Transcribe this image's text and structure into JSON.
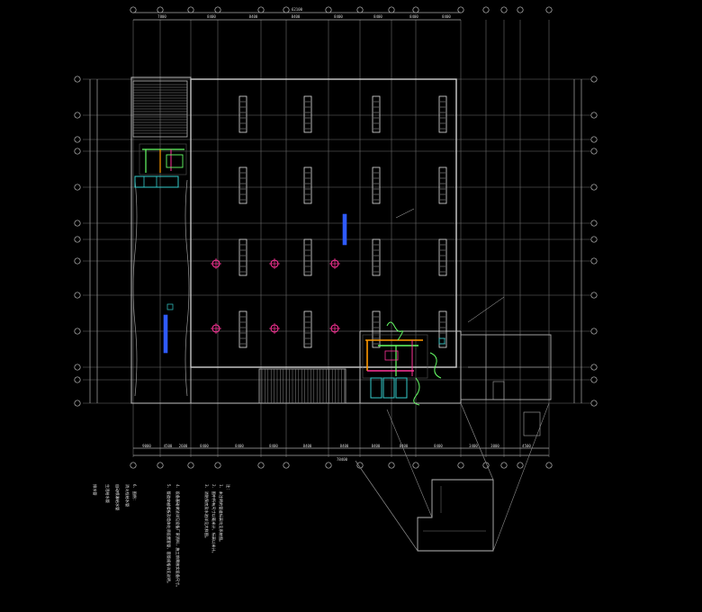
{
  "drawing": {
    "background": "#000000",
    "line_color": "#c8c8c8",
    "accent_green": "#66ff66",
    "accent_magenta": "#ff3399",
    "accent_blue": "#2f5bff",
    "accent_orange": "#ff9900",
    "accent_cyan": "#33cccc"
  },
  "dimensions": {
    "top": [
      "7800",
      "8400",
      "8400",
      "8400",
      "8400",
      "8400",
      "8400",
      "8400"
    ],
    "top_total": "62100",
    "bottom": [
      "9000",
      "4500",
      "2600",
      "8400",
      "8400",
      "8400",
      "8400",
      "8400",
      "8400",
      "8400",
      "8400",
      "3400",
      "3000",
      "4500"
    ],
    "bottom_total": "78400"
  },
  "notes": [
    "注：",
    "1. 未注明的管道标高均见系统图。",
    "2. 图中所有尺寸以毫米计，标高以米计。",
    "3. 消防泵房及水池详见大样图。",
    "4. 设备基础做法详见设备厂家资料，施工前需核实设备尺寸。",
    "5. 管道穿越楼板及墙体处须设置套管，套管规格详见说明。",
    "6. 图例："
  ],
  "legend": [
    "消火栓给水管",
    "自动喷淋给水管",
    "生活给水管",
    "排水管"
  ]
}
